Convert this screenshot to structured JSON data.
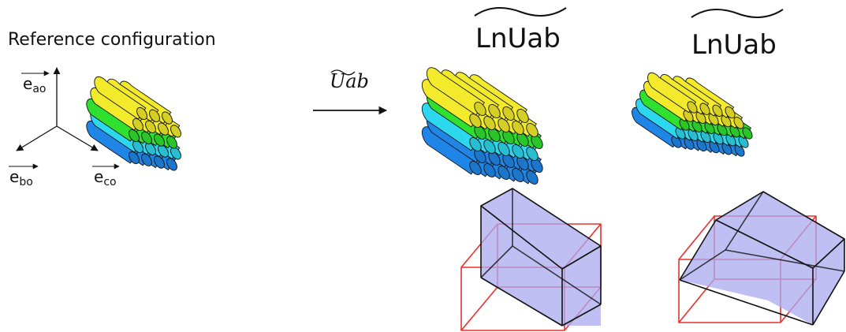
{
  "reference": {
    "title": "Reference configuration",
    "axis_a": "e",
    "axis_a_sub": "ao",
    "axis_b": "e",
    "axis_b_sub": "bo",
    "axis_c": "e",
    "axis_c_sub": "co"
  },
  "arrow": {
    "label": "Uab"
  },
  "panel_1": {
    "title": "LnUab"
  },
  "panel_2": {
    "title": "LnUab"
  },
  "colors": {
    "layer_top": "#f2ea2a",
    "layer_green": "#2fe02f",
    "layer_cyan": "#2cd8ee",
    "layer_blue": "#1f86e8",
    "box_fill": "#a9a9f0",
    "reference_box": "#e8312f",
    "outline": "#111111"
  }
}
